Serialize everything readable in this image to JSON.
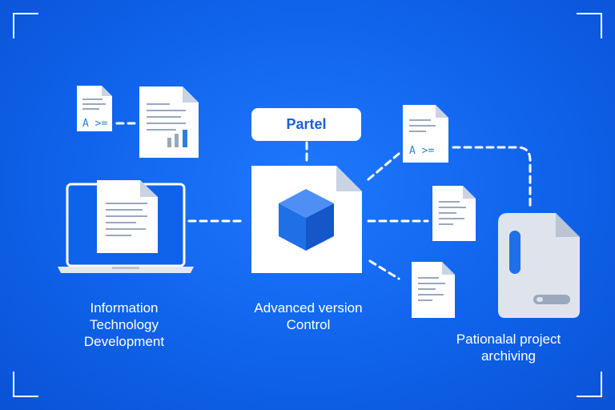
{
  "tag": {
    "label": "Partel"
  },
  "labels": {
    "it": [
      "Information",
      "Technology",
      "Development"
    ],
    "vc": [
      "Advanced version",
      "Control"
    ],
    "pa": [
      "Pationalal project",
      "archiving"
    ]
  },
  "doc_code_text": "A >=",
  "colors": {
    "background": "#0f63ea",
    "paper": "#ffffff",
    "folded_corner": "#c9d3e3",
    "doc_lines": "#9aa8bd",
    "chart_bars": "#2a7fe0",
    "cube": "#1f6fe6",
    "archive_box": "#dfe4ec",
    "archive_accent": "#1f6fe6"
  },
  "icons": [
    "document-icon",
    "chart-document-icon",
    "laptop-icon",
    "cube-icon",
    "archive-icon"
  ]
}
